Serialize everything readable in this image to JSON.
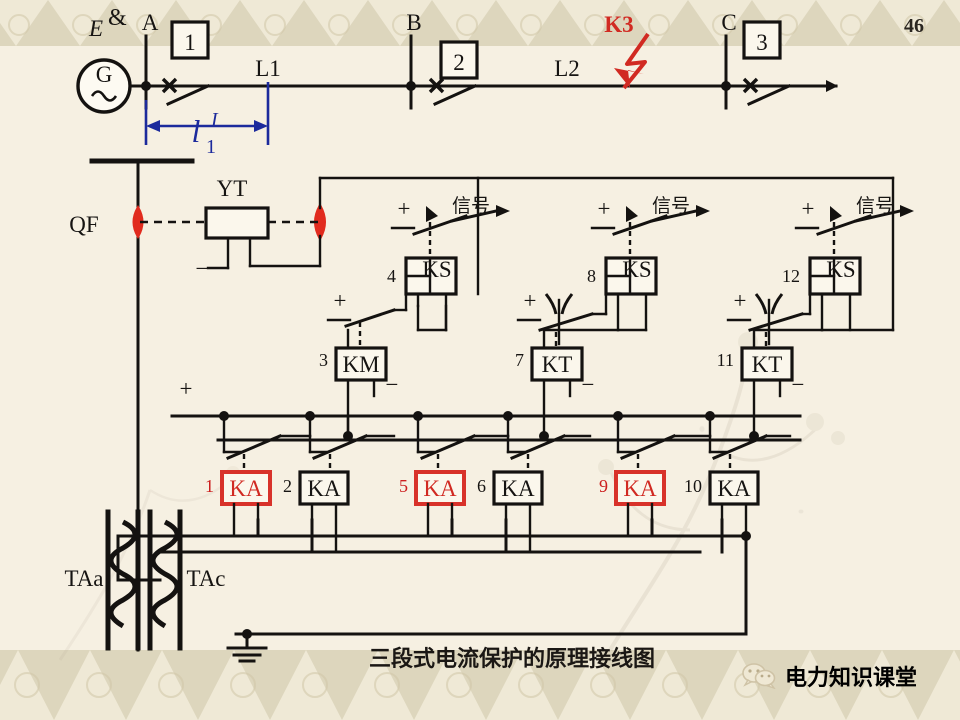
{
  "page": {
    "number": "46"
  },
  "caption": "三段式电流保护的原理接线图",
  "watermark": {
    "text": "电力知识课堂",
    "icon": "wechat-icon"
  },
  "primary": {
    "source_label": "G",
    "emf_label": "E",
    "buses": [
      {
        "name": "A",
        "breaker_number": "1"
      },
      {
        "name": "B",
        "breaker_number": "2"
      },
      {
        "name": "C",
        "breaker_number": "3"
      }
    ],
    "lines": [
      "L1",
      "L2"
    ],
    "fault": {
      "label": "K3",
      "color": "#d12a22"
    },
    "dimension": {
      "base": "l",
      "sup": "I",
      "sub": "1",
      "color": "#1c2a9c"
    }
  },
  "secondary": {
    "breaker_label": "QF",
    "trip_coil_label": "YT",
    "ct_labels": [
      "TAa",
      "TAc"
    ],
    "signal_label": "信号",
    "plus": "+",
    "minus": "−",
    "stages": [
      {
        "ks": {
          "number": "4",
          "label": "KS"
        },
        "mid": {
          "number": "3",
          "label": "KM",
          "type": "instant-contactor"
        },
        "relays": [
          {
            "number": "1",
            "label": "KA",
            "highlight": true
          },
          {
            "number": "2",
            "label": "KA",
            "highlight": false
          }
        ]
      },
      {
        "ks": {
          "number": "8",
          "label": "KS"
        },
        "mid": {
          "number": "7",
          "label": "KT",
          "type": "time-delay"
        },
        "relays": [
          {
            "number": "5",
            "label": "KA",
            "highlight": true
          },
          {
            "number": "6",
            "label": "KA",
            "highlight": false
          }
        ]
      },
      {
        "ks": {
          "number": "12",
          "label": "KS"
        },
        "mid": {
          "number": "11",
          "label": "KT",
          "type": "time-delay"
        },
        "relays": [
          {
            "number": "9",
            "label": "KA",
            "highlight": true
          },
          {
            "number": "10",
            "label": "KA",
            "highlight": false
          }
        ]
      }
    ]
  },
  "colors": {
    "paper": "#f6f0e2",
    "ink": "#141210",
    "accent_red": "#d12a22",
    "accent_blue": "#1c2a9c",
    "border": "#ddd6bd"
  }
}
